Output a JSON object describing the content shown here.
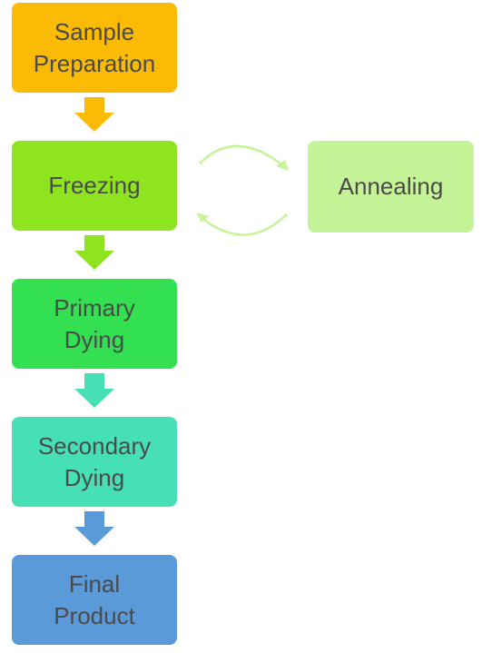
{
  "steps": [
    {
      "lines": [
        "Sample",
        "Preparation"
      ],
      "color": "#fbbb05"
    },
    {
      "lines": [
        "Freezing"
      ],
      "color": "#8ee41f"
    },
    {
      "lines": [
        "Primary",
        "Dying"
      ],
      "color": "#33e052"
    },
    {
      "lines": [
        "Secondary",
        "Dying"
      ],
      "color": "#47dfb6"
    },
    {
      "lines": [
        "Final",
        "Product"
      ],
      "color": "#5b9ad9"
    }
  ],
  "side_step": {
    "lines": [
      "Annealing"
    ],
    "color": "#c5f498"
  },
  "arrow_colors": [
    "#fbbb05",
    "#8ee41f",
    "#47dfb6",
    "#5b9ad9"
  ],
  "cycle_color": "#c5f498",
  "text_color": "#4a4a4a"
}
